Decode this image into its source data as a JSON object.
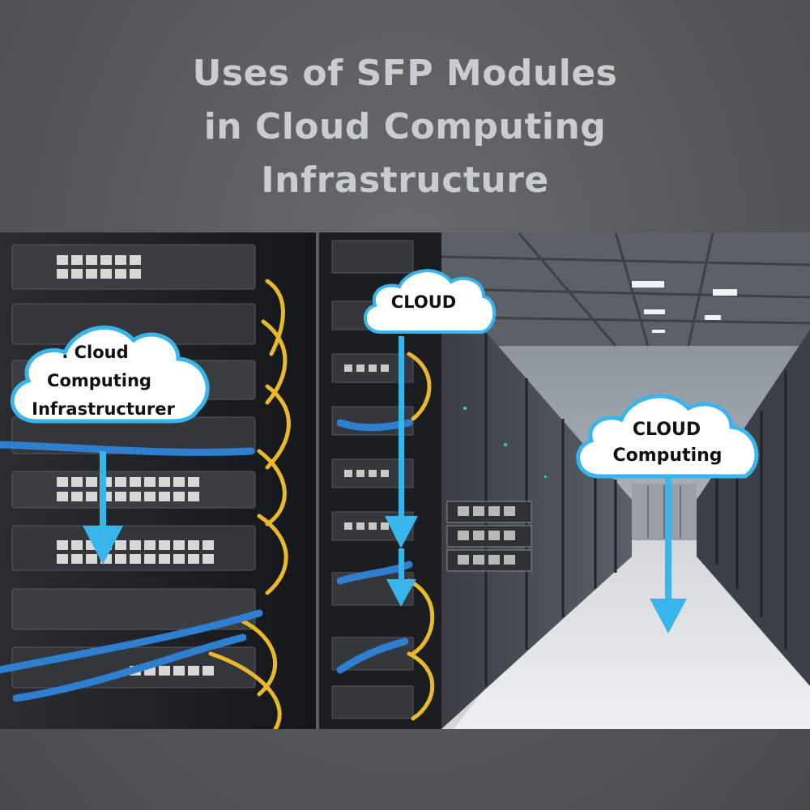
{
  "title": {
    "line1": "Uses of SFP Modules",
    "line2": "in Cloud Computing",
    "line3": "Infrastructure"
  },
  "clouds": {
    "left": {
      "line1": ". Cloud",
      "line2": "Computing",
      "line3": "Infrastructurer"
    },
    "middle": {
      "line1": "CLOUD"
    },
    "right": {
      "line1": "CLOUD",
      "line2": "Computing"
    }
  },
  "colors": {
    "accent": "#38b6ec",
    "cable_yellow": "#e8b92a",
    "cable_blue": "#2f7fd0",
    "title": "#c9ccd2"
  },
  "icons": [
    "arrow-down-icon",
    "cloud-shape"
  ]
}
